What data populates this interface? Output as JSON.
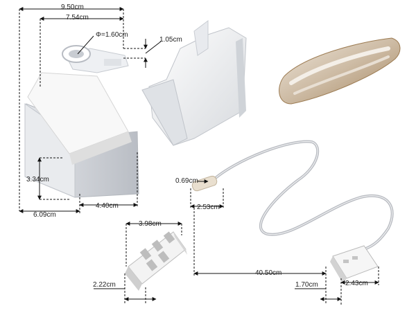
{
  "dimensions": {
    "total_length": "9.50cm",
    "bracket_length": "7.54cm",
    "hole_diameter": "Φ=1.60cm",
    "flange_height": "1.05cm",
    "pad_height": "3.34cm",
    "pad_width": "6.09cm",
    "foot_width": "4.40cm",
    "probe_diameter": "0.69cm",
    "probe_length": "2.53cm",
    "clip_length": "3.98cm",
    "clip_height": "2.22cm",
    "wire_length": "40.50cm",
    "plug_width": "1.70cm",
    "plug_length": "2.43cm"
  },
  "colors": {
    "plastic": "#f2f3f5",
    "plastic_shade": "#c9ccd2",
    "foam": "#f7f7f7",
    "tape": "#d9cfc2",
    "tape_brown": "#b08a5a",
    "wire": "#b9bcc2",
    "dim_line": "#111111"
  }
}
